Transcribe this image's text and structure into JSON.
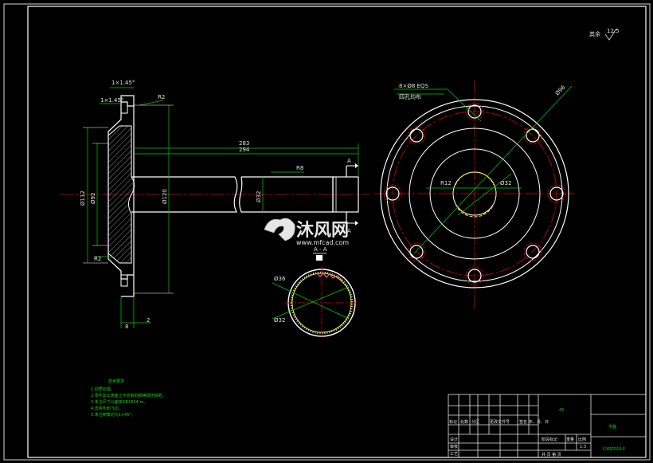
{
  "drawing": {
    "roughness_note": "其余",
    "roughness_value": "12.5",
    "flange_labels": {
      "chamfer_top": "1×1.45°",
      "chamfer_mid": "1×1.45°",
      "fillet": "R2",
      "d_outer": "Ø112",
      "d_mid": "Ø92",
      "d_flange": "Ø120",
      "d_bottom": "R2",
      "width_a": "8",
      "width_b": "2"
    },
    "shaft_labels": {
      "len_total": "283",
      "len_b": "294",
      "len_short": "R8",
      "dia": "Ø32"
    },
    "section": {
      "title": "A - A",
      "dia_outer": "Ø36",
      "dia_inner": "Ø32",
      "marker": "A"
    },
    "end_view": {
      "hole_note": "8×Ø8 EQS",
      "hole_note2": "四孔均布",
      "pcd": "Ø96",
      "r_inner": "R12",
      "d_spline": "Ø32"
    },
    "tech_requirements": {
      "title": "技术要求",
      "items": [
        "1.调质处理。",
        "2.零件加工表面上不应有划痕等损伤缺陷。",
        "3.未注尺寸公差按GB1804-m。",
        "4.去除毛刺飞边。",
        "5.未注倒角均为1×45°。"
      ]
    },
    "title_block": {
      "part_name": "半轴",
      "drawing_number": "CXPZ010-5",
      "material": "45",
      "scale": "1:3",
      "headers": [
        "标记",
        "处数",
        "分区",
        "更改文件号",
        "签名",
        "年、月、日"
      ],
      "rows": [
        "设计",
        "审核",
        "工艺"
      ],
      "misc": [
        "阶段标记",
        "重量",
        "比例"
      ],
      "bottom": "共 页  第 页"
    },
    "watermark": {
      "brand": "沐风网",
      "url": "www.mfcad.com"
    }
  }
}
